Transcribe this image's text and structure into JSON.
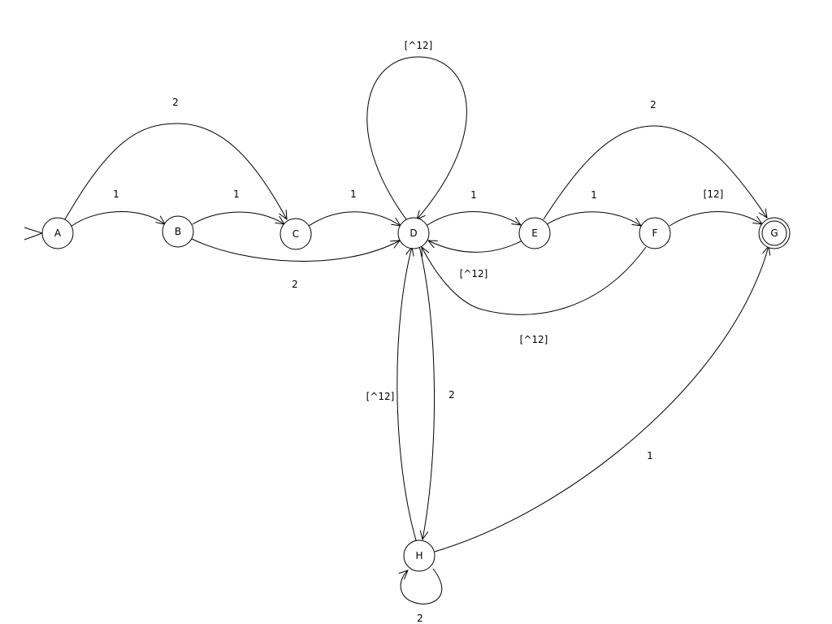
{
  "diagram": {
    "type": "finite-automaton",
    "start_state": "A",
    "accept_states": [
      "G"
    ],
    "states": [
      {
        "id": "A",
        "label": "A"
      },
      {
        "id": "B",
        "label": "B"
      },
      {
        "id": "C",
        "label": "C"
      },
      {
        "id": "D",
        "label": "D"
      },
      {
        "id": "E",
        "label": "E"
      },
      {
        "id": "F",
        "label": "F"
      },
      {
        "id": "G",
        "label": "G"
      },
      {
        "id": "H",
        "label": "H"
      }
    ],
    "transitions": [
      {
        "from": "A",
        "to": "B",
        "label": "1"
      },
      {
        "from": "A",
        "to": "C",
        "label": "2"
      },
      {
        "from": "B",
        "to": "C",
        "label": "1"
      },
      {
        "from": "B",
        "to": "D",
        "label": "2"
      },
      {
        "from": "C",
        "to": "D",
        "label": "1"
      },
      {
        "from": "D",
        "to": "D",
        "label": "[^12]"
      },
      {
        "from": "D",
        "to": "E",
        "label": "1"
      },
      {
        "from": "E",
        "to": "D",
        "label": "[^12]"
      },
      {
        "from": "E",
        "to": "F",
        "label": "1"
      },
      {
        "from": "E",
        "to": "G",
        "label": "2"
      },
      {
        "from": "F",
        "to": "G",
        "label": "[12]"
      },
      {
        "from": "F",
        "to": "D",
        "label": "[^12]"
      },
      {
        "from": "D",
        "to": "H",
        "label": "2"
      },
      {
        "from": "H",
        "to": "D",
        "label": "[^12]"
      },
      {
        "from": "H",
        "to": "H",
        "label": "2"
      },
      {
        "from": "H",
        "to": "G",
        "label": "1"
      }
    ]
  }
}
